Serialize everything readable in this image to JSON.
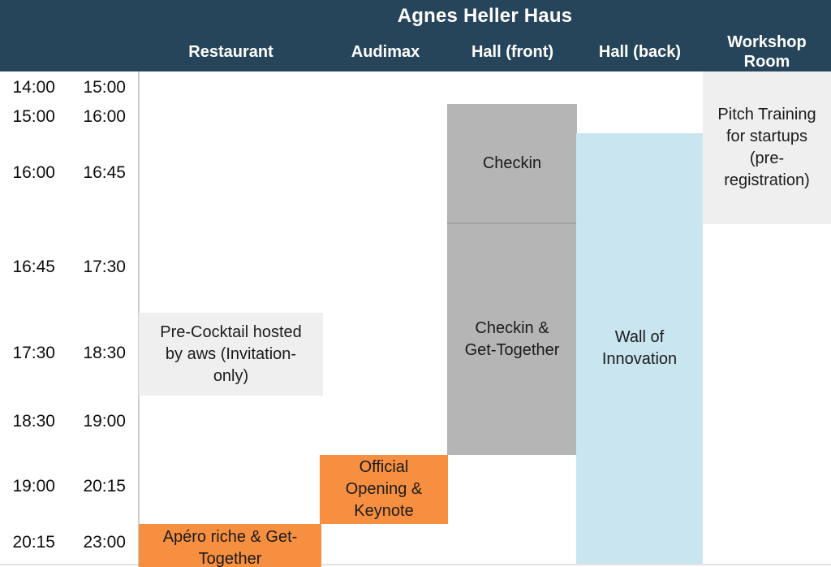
{
  "title": "Agnes Heller Haus",
  "columns": [
    {
      "label": "Restaurant"
    },
    {
      "label": "Audimax"
    },
    {
      "label": "Hall (front)"
    },
    {
      "label": "Hall (back)"
    },
    {
      "label": "Workshop\nRoom"
    }
  ],
  "time_rows": [
    {
      "start": "14:00",
      "end": "15:00"
    },
    {
      "start": "15:00",
      "end": "16:00"
    },
    {
      "start": "16:00",
      "end": "16:45"
    },
    {
      "start": "16:45",
      "end": "17:30"
    },
    {
      "start": "17:30",
      "end": "18:30"
    },
    {
      "start": "18:30",
      "end": "19:00"
    },
    {
      "start": "19:00",
      "end": "20:15"
    },
    {
      "start": "20:15",
      "end": "23:00"
    }
  ],
  "events": [
    {
      "column": "Workshop Room",
      "label": "Pitch Training\nfor startups\n(pre-\nregistration)",
      "color": "#efefef"
    },
    {
      "column": "Hall (front)",
      "label": "Checkin",
      "color": "#b5b5b5"
    },
    {
      "column": "Hall (front)",
      "label": "Checkin &\nGet-Together",
      "color": "#b5b5b5"
    },
    {
      "column": "Hall (back)",
      "label": "Wall of\nInnovation",
      "color": "#c9e5ef"
    },
    {
      "column": "Restaurant",
      "label": "Pre-Cocktail hosted\nby aws (Invitation-\nonly)",
      "color": "#efefef"
    },
    {
      "column": "Audimax",
      "label": "Official\nOpening &\nKeynote",
      "color": "#f78f40"
    },
    {
      "column": "Restaurant",
      "label": "Apéro riche & Get-\nTogether",
      "color": "#f78f40"
    }
  ],
  "colors": {
    "header_background": "#27455a",
    "header_text": "#ffffff",
    "gray_event": "#b5b5b5",
    "light_gray_event": "#efefef",
    "blue_event": "#c9e5ef",
    "orange_event": "#f78f40",
    "body_background": "#ffffff"
  }
}
